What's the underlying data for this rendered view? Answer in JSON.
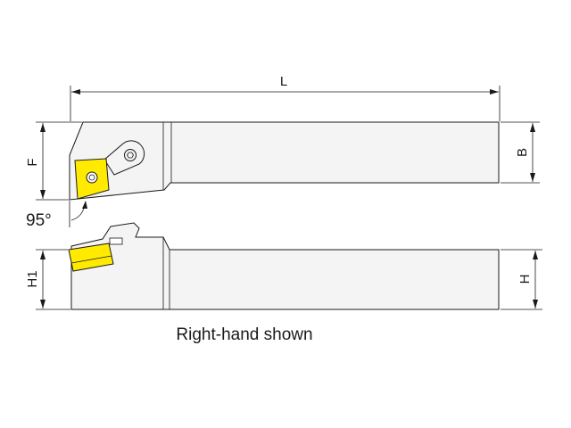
{
  "colors": {
    "insert": "#ffea00",
    "body": "#f4f4f4",
    "line": "#1a1a1a"
  },
  "labels": {
    "length": "L",
    "width_f": "F",
    "width_b": "B",
    "height_h1": "H1",
    "height_h": "H",
    "angle": "95°"
  },
  "caption": "Right-hand shown"
}
